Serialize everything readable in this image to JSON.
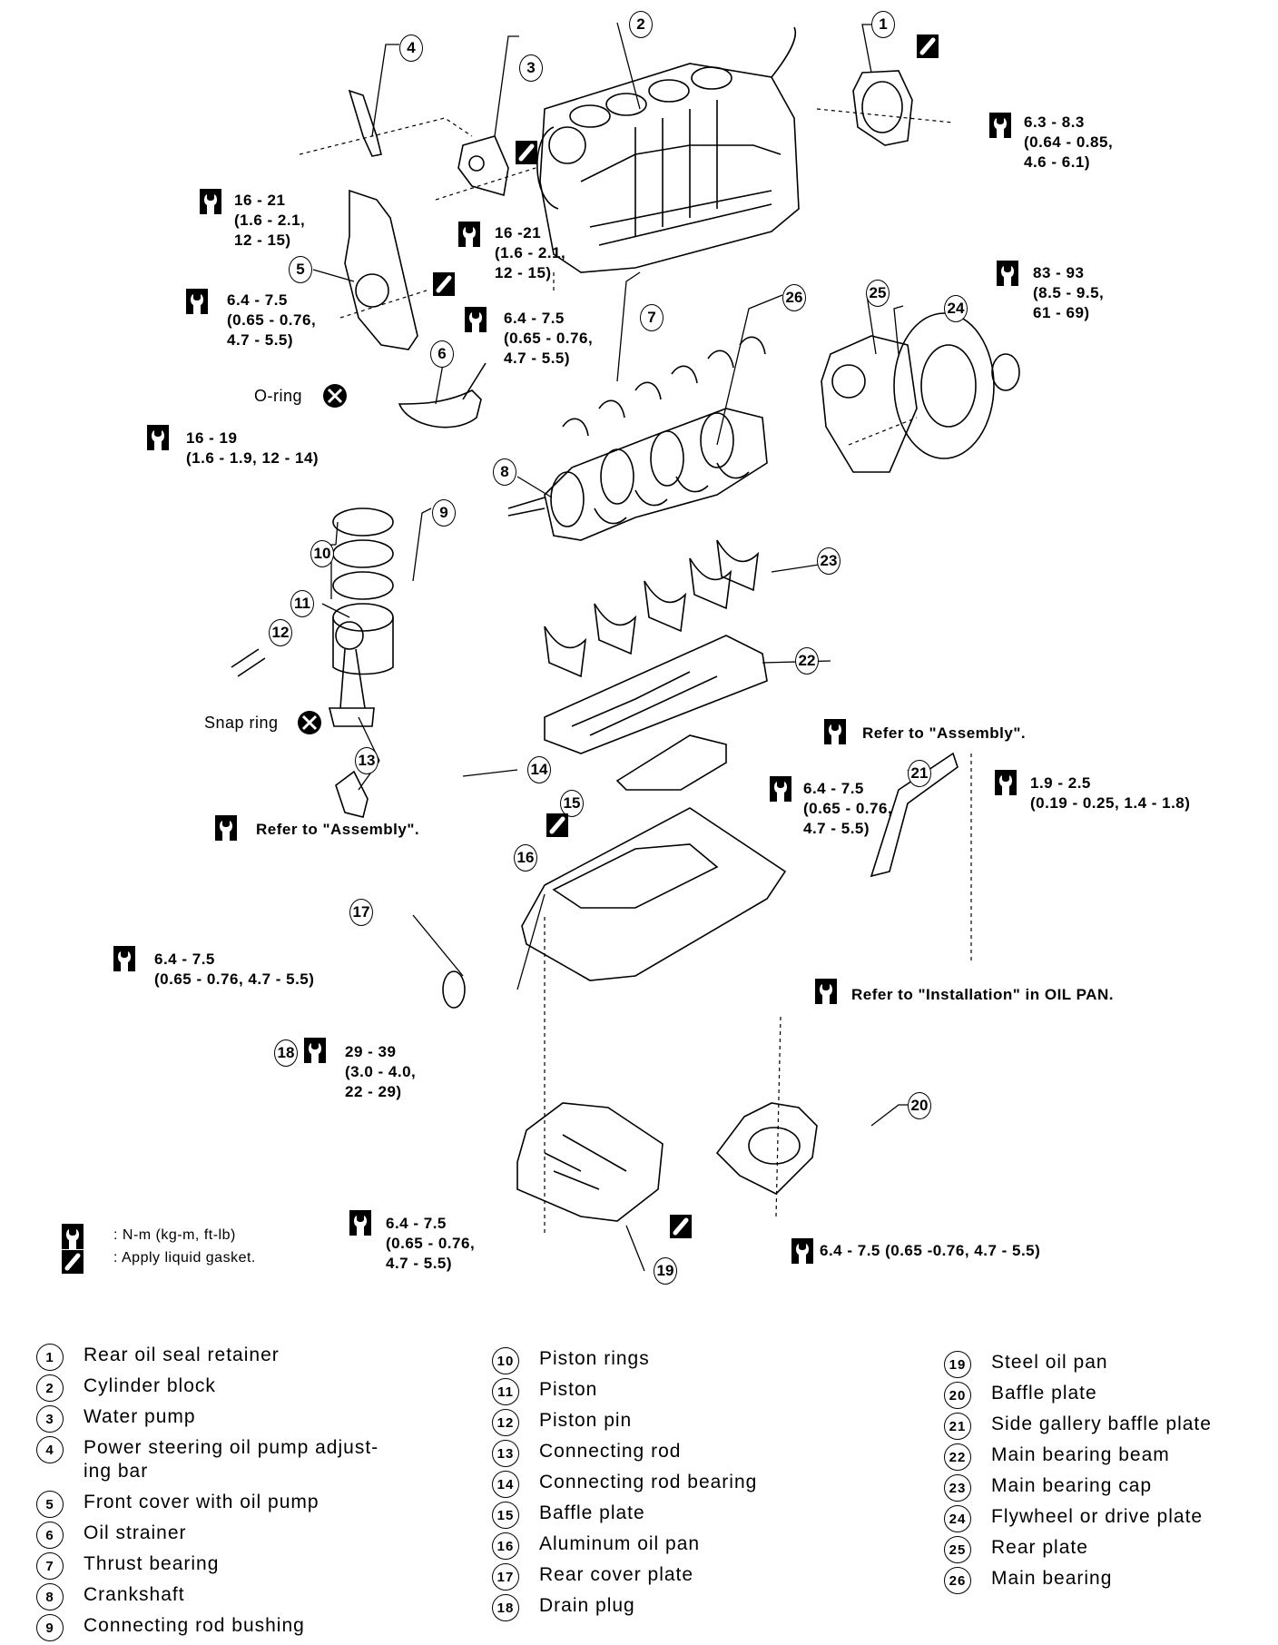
{
  "diagram": {
    "title": "Cylinder block exploded view",
    "callouts": [
      "1",
      "2",
      "3",
      "4",
      "5",
      "6",
      "7",
      "8",
      "9",
      "10",
      "11",
      "12",
      "13",
      "14",
      "15",
      "16",
      "17",
      "18",
      "19",
      "20",
      "21",
      "22",
      "23",
      "24",
      "25",
      "26"
    ],
    "torque_specs": {
      "rear_oil_seal_retainer": [
        "6.3 - 8.3",
        "(0.64 - 0.85,",
        "4.6 - 6.1)"
      ],
      "ps_bar_bolt": [
        "16 - 21",
        "(1.6 - 2.1,",
        "12 - 15)"
      ],
      "water_pump_bolt": [
        "16 -21",
        "(1.6 - 2.1,",
        "12 - 15)"
      ],
      "front_cover_bolt": [
        "6.4 - 7.5",
        "(0.65 - 0.76,",
        "4.7 - 5.5)"
      ],
      "strainer_bolt": [
        "6.4 - 7.5",
        "(0.65 - 0.76,",
        "4.7 - 5.5)"
      ],
      "strainer_nut": [
        "16 - 19",
        "(1.6 - 1.9, 12 - 14)"
      ],
      "flywheel_bolt": [
        "83 - 93",
        "(8.5 - 9.5,",
        "61 - 69)"
      ],
      "beam_bolt": "Refer to \"Assembly\".",
      "rod_nut": "Refer to \"Assembly\".",
      "baffle_bolt": [
        "6.4 - 7.5",
        "(0.65 - 0.76,",
        "4.7 - 5.5)"
      ],
      "side_baffle_bolt": [
        "1.9 - 2.5",
        "(0.19 - 0.25, 1.4 - 1.8)"
      ],
      "oil_pan_bolt": "Refer to \"Installation\" in OIL PAN.",
      "rear_cover_bolt": [
        "6.4 - 7.5",
        "(0.65 - 0.76, 4.7 - 5.5)"
      ],
      "drain_plug": [
        "29 - 39",
        "(3.0 - 4.0,",
        "22 - 29)"
      ],
      "steel_pan_bolt": [
        "6.4 - 7.5",
        "(0.65 - 0.76,",
        "4.7 - 5.5)"
      ],
      "baffle20_bolt": "6.4 - 7.5 (0.65 -0.76, 4.7 - 5.5)"
    },
    "notes": {
      "o_ring": "O-ring",
      "snap_ring": "Snap ring"
    },
    "key": {
      "torque": ": N-m (kg-m, ft-lb)",
      "gasket": ": Apply liquid gasket."
    }
  },
  "legend": {
    "col1": [
      {
        "n": "1",
        "text": "Rear oil seal retainer"
      },
      {
        "n": "2",
        "text": "Cylinder block"
      },
      {
        "n": "3",
        "text": "Water pump"
      },
      {
        "n": "4",
        "text": "Power steering oil pump adjust-\ning bar"
      },
      {
        "n": "5",
        "text": "Front cover with oil pump"
      },
      {
        "n": "6",
        "text": "Oil strainer"
      },
      {
        "n": "7",
        "text": "Thrust bearing"
      },
      {
        "n": "8",
        "text": "Crankshaft"
      },
      {
        "n": "9",
        "text": "Connecting rod bushing"
      }
    ],
    "col2": [
      {
        "n": "10",
        "text": "Piston rings"
      },
      {
        "n": "11",
        "text": "Piston"
      },
      {
        "n": "12",
        "text": "Piston pin"
      },
      {
        "n": "13",
        "text": "Connecting rod"
      },
      {
        "n": "14",
        "text": "Connecting rod bearing"
      },
      {
        "n": "15",
        "text": "Baffle plate"
      },
      {
        "n": "16",
        "text": "Aluminum oil pan"
      },
      {
        "n": "17",
        "text": "Rear cover plate"
      },
      {
        "n": "18",
        "text": "Drain plug"
      }
    ],
    "col3": [
      {
        "n": "19",
        "text": "Steel oil pan"
      },
      {
        "n": "20",
        "text": "Baffle plate"
      },
      {
        "n": "21",
        "text": "Side gallery baffle plate"
      },
      {
        "n": "22",
        "text": "Main bearing beam"
      },
      {
        "n": "23",
        "text": "Main bearing cap"
      },
      {
        "n": "24",
        "text": "Flywheel or drive plate"
      },
      {
        "n": "25",
        "text": "Rear plate"
      },
      {
        "n": "26",
        "text": "Main bearing"
      }
    ]
  }
}
